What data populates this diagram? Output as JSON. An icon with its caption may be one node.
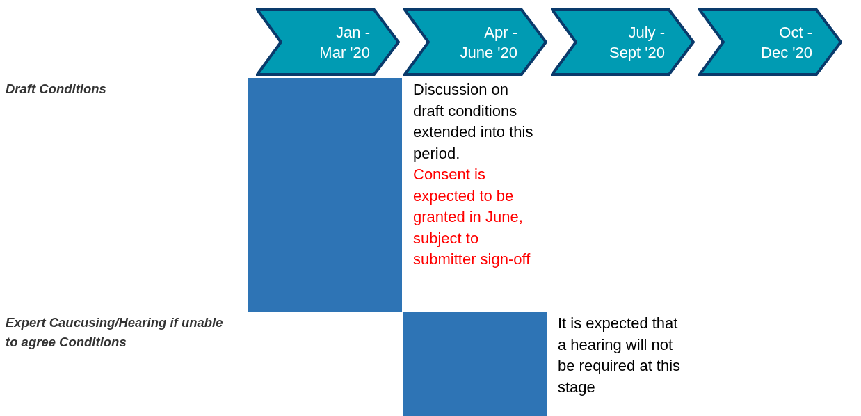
{
  "diagram": {
    "nodes": [
      {
        "text": [
          "Jan - Mar '20"
        ]
      },
      {
        "text": [
          "Apr - June '20"
        ]
      },
      {
        "text": [
          "July - Sept '20"
        ]
      },
      {
        "text": [
          "Oct - Dec '20"
        ]
      },
      {
        "text": [],
        "shape": "bar",
        "beside": [
          "Discussion on draft conditions extended into this period.",
          "Consent is expected to be granted in June, subject to submitter sign-off"
        ]
      },
      {
        "text": [],
        "shape": "bar",
        "beside": [
          "It is expected that a hearing will not be required at this stage"
        ]
      }
    ],
    "labels": [
      "Draft Conditions",
      "Expert Caucusing/Hearing if unable to agree Conditions"
    ]
  }
}
